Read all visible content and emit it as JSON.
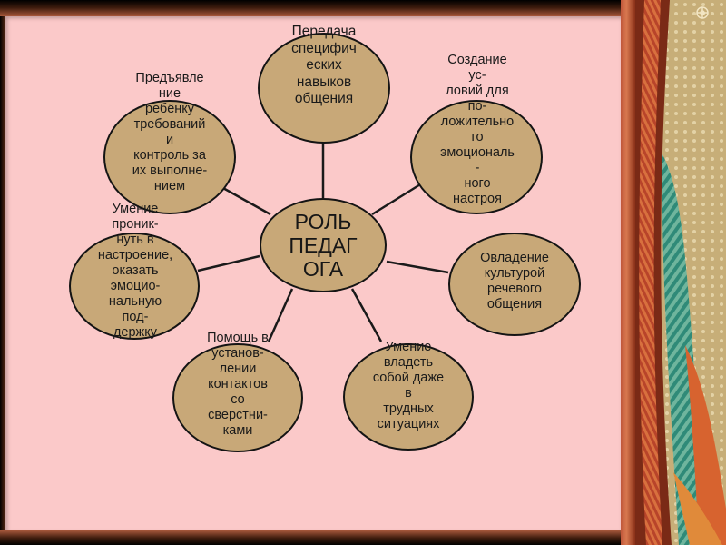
{
  "diagram": {
    "center": "РОЛЬ\nПЕДАГ\nОГА",
    "nodes": [
      {
        "id": "top",
        "label": "Передача\nспецифич\nеских\nнавыков\nобщения"
      },
      {
        "id": "top-right",
        "label": "Создание\nус-\nловий для\nпо-\nложительно\nго\nэмоциональ\n-\nного\nнастроя"
      },
      {
        "id": "right",
        "label": "Овладение\nкультурой\nречевого\nобщения"
      },
      {
        "id": "bottom-right",
        "label": "Умение\nвладеть\nсобой даже\nв\nтрудных\nситуациях"
      },
      {
        "id": "bottom-left",
        "label": "Помощь в\nустанов-\nлении\nконтактов\nсо\nсверстни-\nками"
      },
      {
        "id": "left",
        "label": "Умение\nпроник-\nнуть в\nнастроение,\nоказать\nэмоцио-\nнальную\nпод-\nдержку"
      },
      {
        "id": "top-left",
        "label": "Предъявле\nние\nребёнку\nтребований\nи\nконтроль за\nих выполне-\nнием"
      }
    ]
  },
  "colors": {
    "slide_bg": "#fbc9c9",
    "circle_fill": "#c8a878",
    "outline": "#141414"
  }
}
